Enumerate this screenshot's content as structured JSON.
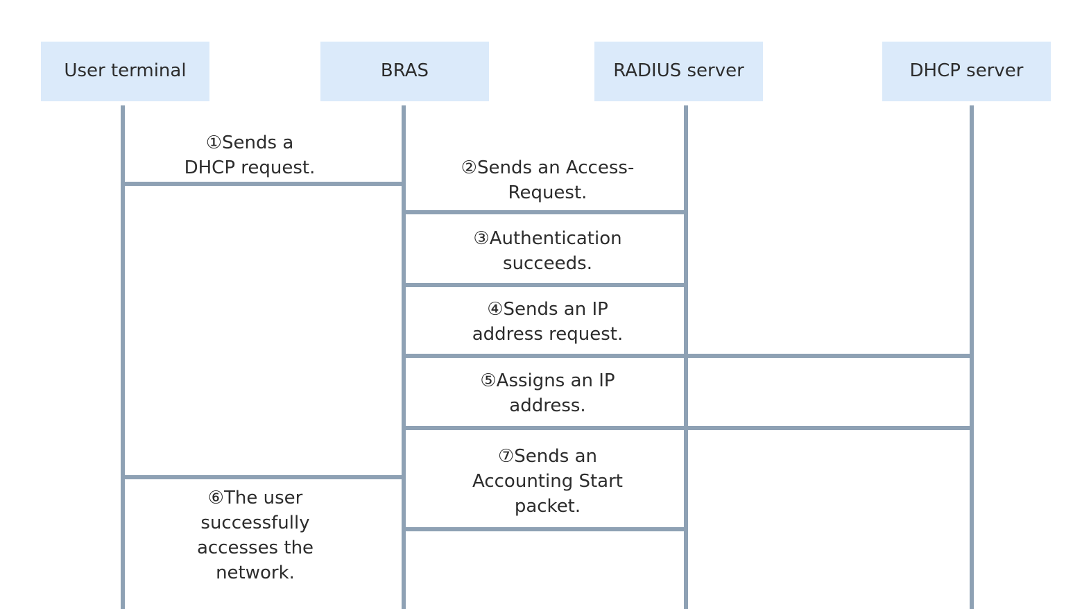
{
  "diagram": {
    "actors": [
      {
        "label": "User terminal"
      },
      {
        "label": "BRAS"
      },
      {
        "label": "RADIUS server"
      },
      {
        "label": "DHCP server"
      }
    ],
    "messages": [
      {
        "number": "1",
        "text": "①Sends a\nDHCP request.",
        "connects": [
          "User terminal",
          "BRAS"
        ]
      },
      {
        "number": "2",
        "text": "②Sends an Access-\nRequest.",
        "connects": [
          "BRAS",
          "RADIUS server"
        ]
      },
      {
        "number": "3",
        "text": "③Authentication\nsucceeds.",
        "connects": [
          "BRAS",
          "RADIUS server"
        ]
      },
      {
        "number": "4",
        "text": "④Sends an IP\naddress request.",
        "connects": [
          "BRAS",
          "DHCP server"
        ]
      },
      {
        "number": "5",
        "text": "⑤Assigns an IP\naddress.",
        "connects": [
          "BRAS",
          "DHCP server"
        ]
      },
      {
        "number": "6",
        "text": "⑥The user\nsuccessfully\naccesses the\nnetwork.",
        "connects": [
          "User terminal",
          "BRAS"
        ]
      },
      {
        "number": "7",
        "text": "⑦Sends an\nAccounting Start\npacket.",
        "connects": [
          "BRAS",
          "RADIUS server"
        ]
      }
    ],
    "colors": {
      "actor_box_fill": "#dbeafa",
      "connector_line": "#8ea1b4",
      "text": "#2c2c2c",
      "background": "#ffffff"
    }
  }
}
